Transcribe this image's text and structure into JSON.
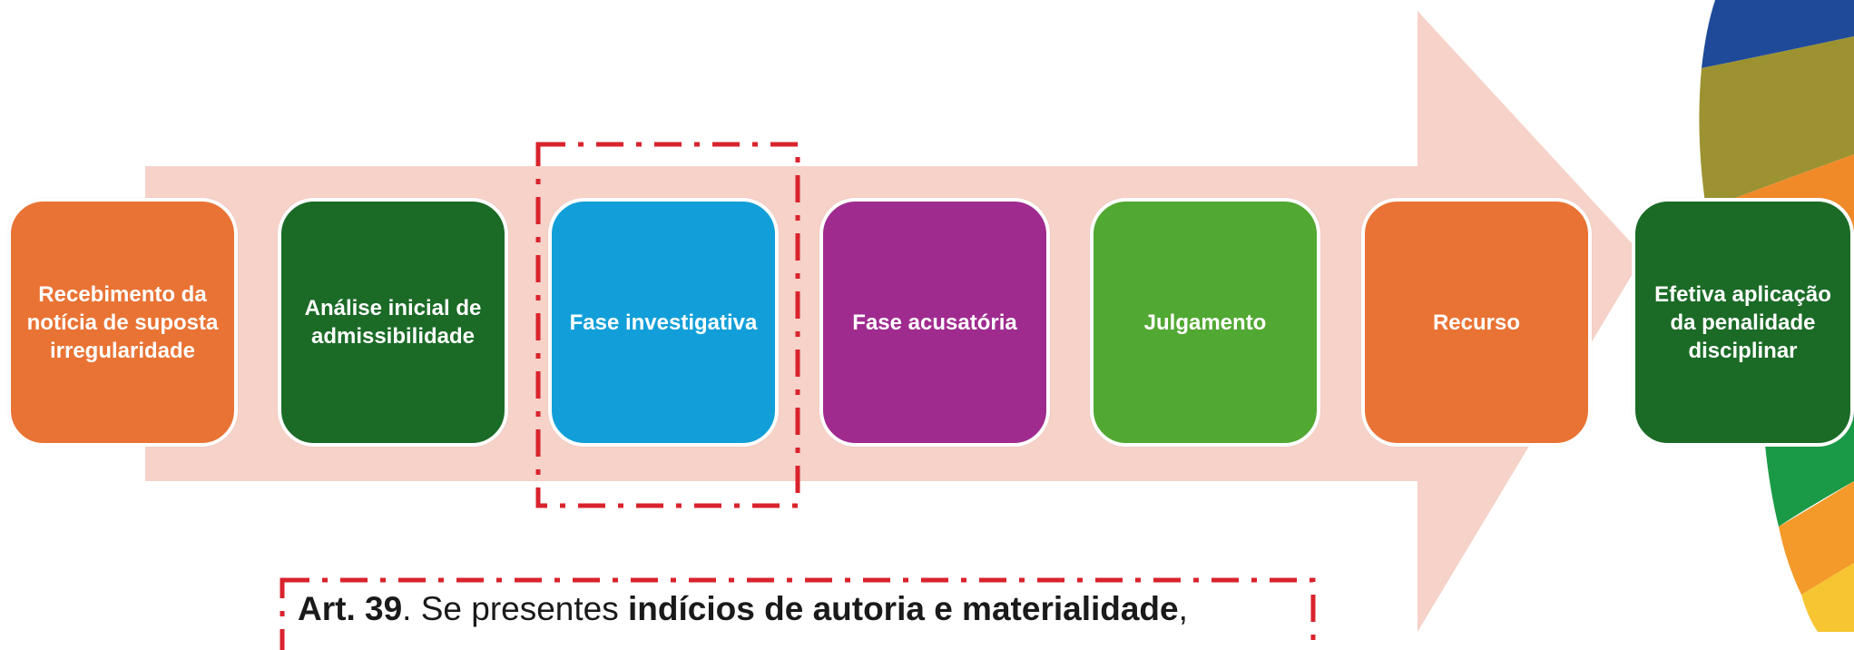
{
  "colors": {
    "arrow": "#f6d2c9",
    "dash": "#d9232d",
    "orange": "#e97334",
    "dark_green": "#1b6b27",
    "blue": "#129fd9",
    "purple": "#a02b8f",
    "light_green": "#51a832"
  },
  "steps": [
    {
      "label": "Recebimento da notícia de suposta irregularidade",
      "color": "#e97334"
    },
    {
      "label": "Análise inicial de admissibilidade",
      "color": "#1b6b27"
    },
    {
      "label": "Fase investigativa",
      "color": "#129fd9"
    },
    {
      "label": "Fase acusatória",
      "color": "#a02b8f"
    },
    {
      "label": "Julgamento",
      "color": "#51a832"
    },
    {
      "label": "Recurso",
      "color": "#e97334"
    },
    {
      "label": "Efetiva aplicação da penalidade disciplinar",
      "color": "#1b6b27"
    }
  ],
  "article": {
    "ref": "Art. 39",
    "text_a": ". Se presentes ",
    "emphasis": "indícios de autoria e materialidade",
    "text_b": ","
  }
}
